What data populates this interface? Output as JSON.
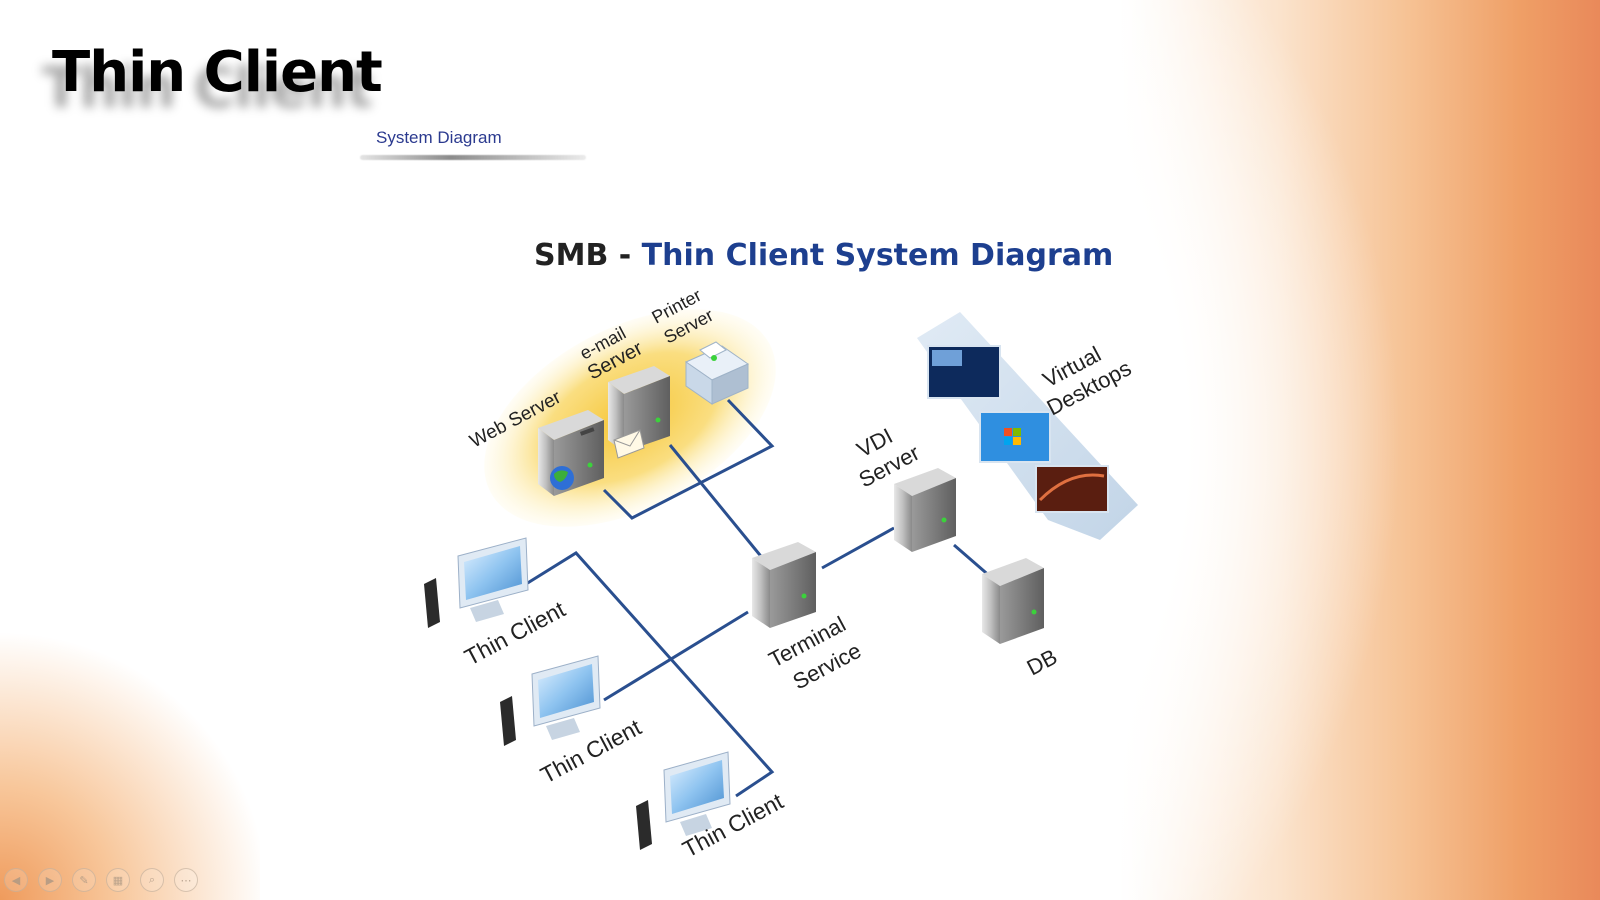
{
  "slide": {
    "title": "Thin Client",
    "subtitle": "System Diagram"
  },
  "diagram": {
    "heading_prefix": "SMB - ",
    "heading_main": "Thin Client System Diagram",
    "nodes": {
      "web_server": "Web Server",
      "email_server_line1": "e-mail",
      "email_server_line2": "Server",
      "printer_server_line1": "Printer",
      "printer_server_line2": "Server",
      "vdi_server_line1": "VDI",
      "vdi_server_line2": "Server",
      "virtual_desktops_line1": "Virtual",
      "virtual_desktops_line2": "Desktops",
      "terminal_service_line1": "Terminal",
      "terminal_service_line2": "Service",
      "db": "DB",
      "thin_client_1": "Thin Client",
      "thin_client_2": "Thin Client",
      "thin_client_3": "Thin Client"
    },
    "colors": {
      "link": "#2a4f8f",
      "title_accent": "#1d3f8f",
      "server_glow": "#f6c534"
    }
  },
  "navigation": {
    "buttons": [
      {
        "icon": "previous-icon",
        "glyph": "◀"
      },
      {
        "icon": "next-icon",
        "glyph": "▶"
      },
      {
        "icon": "pen-icon",
        "glyph": "✎"
      },
      {
        "icon": "slides-icon",
        "glyph": "▦"
      },
      {
        "icon": "zoom-icon",
        "glyph": "⌕"
      },
      {
        "icon": "more-icon",
        "glyph": "⋯"
      }
    ]
  }
}
